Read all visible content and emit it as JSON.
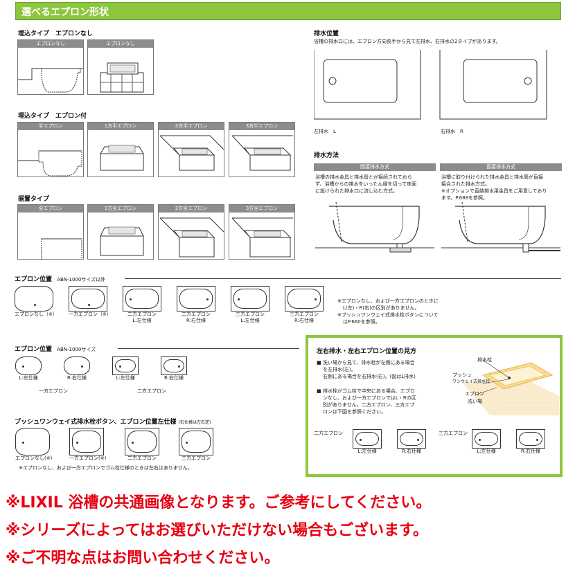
{
  "page_title": "選べるエプロン形状",
  "types": {
    "buried_no_apron": {
      "title": "埋込タイプ　エプロンなし",
      "panels": [
        "エプロンなし",
        "エプロンなし"
      ]
    },
    "buried_with_apron": {
      "title": "埋込タイプ　エプロン付",
      "panels": [
        "半エプロン",
        "1方半エプロン",
        "2方半エプロン",
        "3方半エプロン"
      ]
    },
    "placed": {
      "title": "据置タイプ",
      "panels": [
        "全エプロン",
        "1方全エプロン",
        "2方全エプロン",
        "3方全エプロン"
      ]
    }
  },
  "drain_position": {
    "title": "排水位置",
    "desc": "浴槽の排水口には、エプロン方向長手から見て左排水、右排水の2タイプがあります。",
    "left_label": "左排水　L",
    "right_label": "右排水　R"
  },
  "drain_method": {
    "title": "排水方法",
    "indirect": {
      "header": "間接排水方式",
      "text": [
        "浴槽の排水金具と排水管とが接続されておら",
        "ず、浴槽からの排水をいったん縁を切って床面",
        "に設けられた排水口に流し込む方式。"
      ]
    },
    "direct": {
      "header": "直接排水方式",
      "text": [
        "浴槽に取り付けられた排水金具と排水筒が直接",
        "接合された排水方式。",
        "※オプションで直結排水用金具をご用意しており",
        "ます。P.688を参照。"
      ]
    }
  },
  "apron_pos1": {
    "title": "エプロン位置",
    "subtitle": "ABN-1000サイズ以外",
    "items": [
      {
        "l1": "エプロンなし（※）",
        "l2": ""
      },
      {
        "l1": "一方エプロン（※）",
        "l2": ""
      },
      {
        "l1": "二方エプロン",
        "l2": "L:左仕様"
      },
      {
        "l1": "二方エプロン",
        "l2": "R:右仕様"
      },
      {
        "l1": "三方エプロン",
        "l2": "L:左仕様"
      },
      {
        "l1": "三方エプロン",
        "l2": "R:右仕様"
      }
    ],
    "notes": [
      "※エプロンなし、および一方エプロンのときに",
      "L(左)・R(右)の区別がありません。",
      "※プッシュワンウェイ式排水栓ボタンについて",
      "はP.660を参照。"
    ]
  },
  "apron_pos2": {
    "title": "エプロン位置",
    "subtitle": "ABN-1000サイズ",
    "items": [
      "L:左仕様",
      "R:右仕様",
      "L:左仕様",
      "R:右仕様"
    ],
    "groups": [
      "一方エプロン",
      "二方エプロン"
    ]
  },
  "push_button": {
    "title": "プッシュワンウェイ式排水栓ボタン、エプロン位置左仕様",
    "title_suffix": "(右仕様は左右逆)",
    "items": [
      "エプロンなし(※)",
      "一方エプロン(※)",
      "二方エプロン",
      "三方エプロン"
    ],
    "note": "※エプロンなし、および一方エプロンでゴム栓仕様のときは左右はありません。"
  },
  "guide": {
    "title": "左右排水・左右エプロン位置の見方",
    "p1": [
      "洗い場から見て、排水栓が左側にある場合",
      "を左排水(左)。",
      "右側にある場合を右排水(右)。(図はL排水)"
    ],
    "p2": [
      "排水栓がゴム栓で中央にある場合、エプロ",
      "ンなし、および一方エプロンではL・Rの区",
      "別がありません。二方エプロン、三方エプ",
      "ロンは下図を参照ください。"
    ],
    "diagram_labels": [
      "排水栓",
      "プッシュ",
      "ワンウェイ式排水栓",
      "エプロン",
      "洗い場"
    ],
    "two_label": "二方エプロン",
    "three_label": "三方エプロン",
    "captions": [
      "L:左仕様",
      "R:右仕様",
      "L:左仕様",
      "R:右仕様"
    ],
    "accent": "#8dc63f"
  },
  "footer_notes": [
    "※LIXIL 浴槽の共通画像となります。ご参考にしてください。",
    "※シリーズによってはお選びいただけない場合もございます。",
    "※ご不明な点はお問い合わせください。"
  ]
}
